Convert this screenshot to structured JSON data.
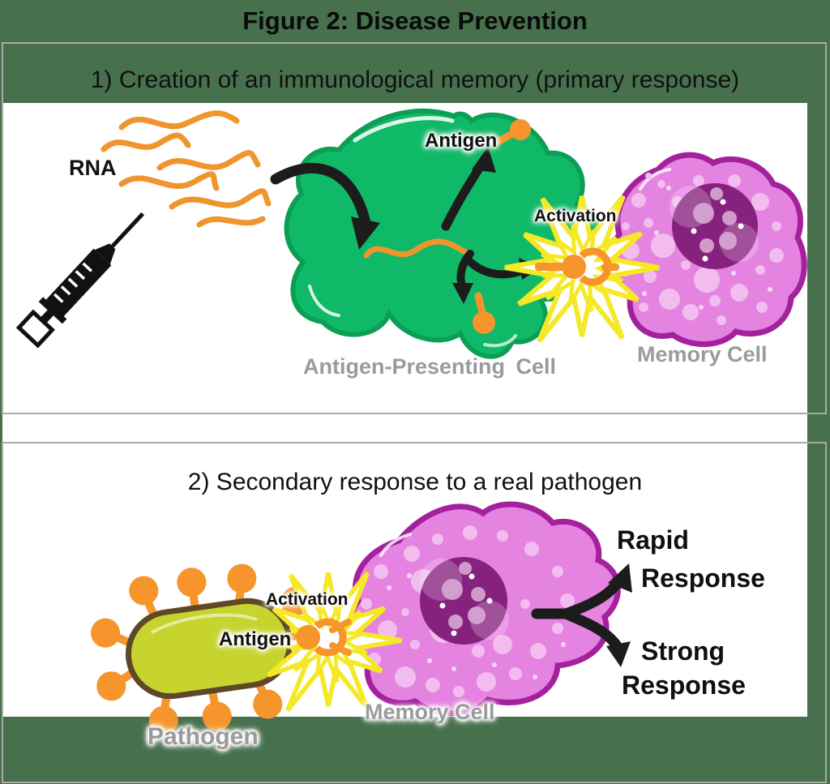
{
  "figure": {
    "title": "Figure 2: Disease Prevention"
  },
  "panel1": {
    "header": "1) Creation of an immunological memory (primary response)",
    "rna_label": "RNA",
    "antigen_label": "Antigen",
    "activation_label": "Activation",
    "apc_label": "Antigen-Presenting Cell",
    "memory_cell_label": "Memory Cell"
  },
  "panel2": {
    "header": "2) Secondary response to a real pathogen",
    "antigen_label": "Antigen",
    "activation_label": "Activation",
    "pathogen_label": "Pathogen",
    "memory_cell_label": "Memory Cell",
    "rapid_word": "Rapid",
    "rapid_response_word": "Response",
    "strong_word": "Strong",
    "strong_response_word": "Response"
  },
  "colors": {
    "background": "#47704D",
    "panel_border": "#A9A9A7",
    "apc_green": "#10B967",
    "apc_outline": "#0C9E54",
    "orange": "#F5952B",
    "memory_pink": "#E583E0",
    "memory_outline": "#A3219D",
    "nucleus_purple": "#86217E",
    "pathogen_body": "#C6D42D",
    "pathogen_outline": "#5F4828",
    "starburst_yellow": "#F5E826",
    "gray_label": "#9B9B9B"
  }
}
